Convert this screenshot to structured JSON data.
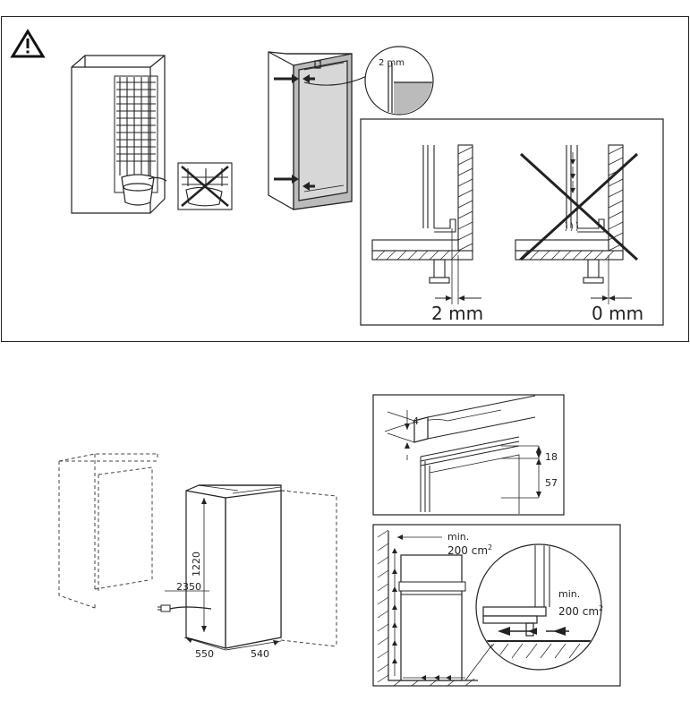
{
  "top_section": {
    "gap_detail_label": "2 mm",
    "correct_gap_label": "2 mm",
    "wrong_gap_label": "0 mm"
  },
  "dimensions": {
    "height": "1220",
    "cable": "2350",
    "width": "550",
    "depth": "540"
  },
  "profile_detail": {
    "top_offset": "4",
    "mid": "18",
    "bottom": "57"
  },
  "ventilation": {
    "top_min": "min.",
    "top_area": "200 cm",
    "zoom_min": "min.",
    "zoom_area": "200 cm",
    "sup": "2"
  }
}
